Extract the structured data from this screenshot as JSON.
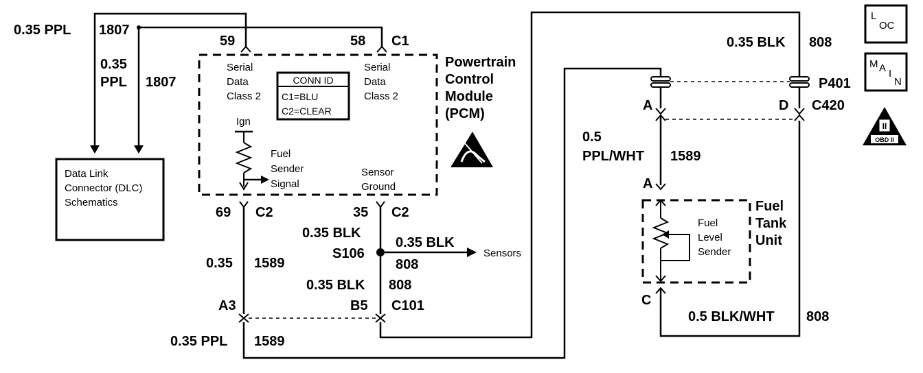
{
  "wires": {
    "top_left_color": "0.35 PPL",
    "top_left_circuit": "1807",
    "dlc_branch_size": "0.35",
    "dlc_branch_color": "PPL",
    "dlc_branch_circuit": "1807",
    "pcm_out_size": "0.35",
    "pcm_out_circuit": "1589",
    "bottom_color": "0.35 PPL",
    "bottom_circuit": "1589",
    "ground_upper": "0.35 BLK",
    "ground_lower": "0.35 BLK",
    "ground_lower_circuit": "808",
    "sensors_color": "0.35 BLK",
    "sensors_circuit": "808",
    "ground_top_right": "0.35 BLK",
    "ground_top_right_circuit": "808",
    "sender_size": "0.5",
    "sender_color": "PPL/WHT",
    "sender_circuit": "1589",
    "sender_ground_color": "0.5 BLK/WHT",
    "sender_ground_circuit": "808"
  },
  "pins": {
    "p59": "59",
    "p58": "58",
    "c1": "C1",
    "p69": "69",
    "c2a": "C2",
    "p35": "35",
    "c2b": "C2",
    "a3": "A3",
    "b5": "B5",
    "c101": "C101",
    "s106": "S106",
    "p401": "P401",
    "a_top": "A",
    "d_top": "D",
    "c420": "C420",
    "a_tank": "A",
    "c_tank": "C"
  },
  "pcm": {
    "title_line1": "Powertrain",
    "title_line2": "Control",
    "title_line3": "Module",
    "title_line4": "(PCM)",
    "serial_left": [
      "Serial",
      "Data",
      "Class 2"
    ],
    "serial_right": [
      "Serial",
      "Data",
      "Class 2"
    ],
    "conn_id_header": "CONN ID",
    "conn_id_c1": "C1=BLU",
    "conn_id_c2": "C2=CLEAR",
    "ign": "Ign",
    "fuel_sender": [
      "Fuel",
      "Sender",
      "Signal"
    ],
    "sensor_ground": [
      "Sensor",
      "Ground"
    ]
  },
  "dlc": {
    "label": [
      "Data Link",
      "Connector (DLC)",
      "Schematics"
    ]
  },
  "sensors_label": "Sensors",
  "fuel_tank": {
    "title": [
      "Fuel",
      "Tank",
      "Unit"
    ],
    "sender": [
      "Fuel",
      "Level",
      "Sender"
    ]
  },
  "icons": {
    "loc_main": "L",
    "loc_sub": "OC",
    "main_1": "M",
    "main_2": "A",
    "main_3": "I",
    "main_4": "N",
    "obd_numeral": "II",
    "obd_text": "OBD II"
  }
}
